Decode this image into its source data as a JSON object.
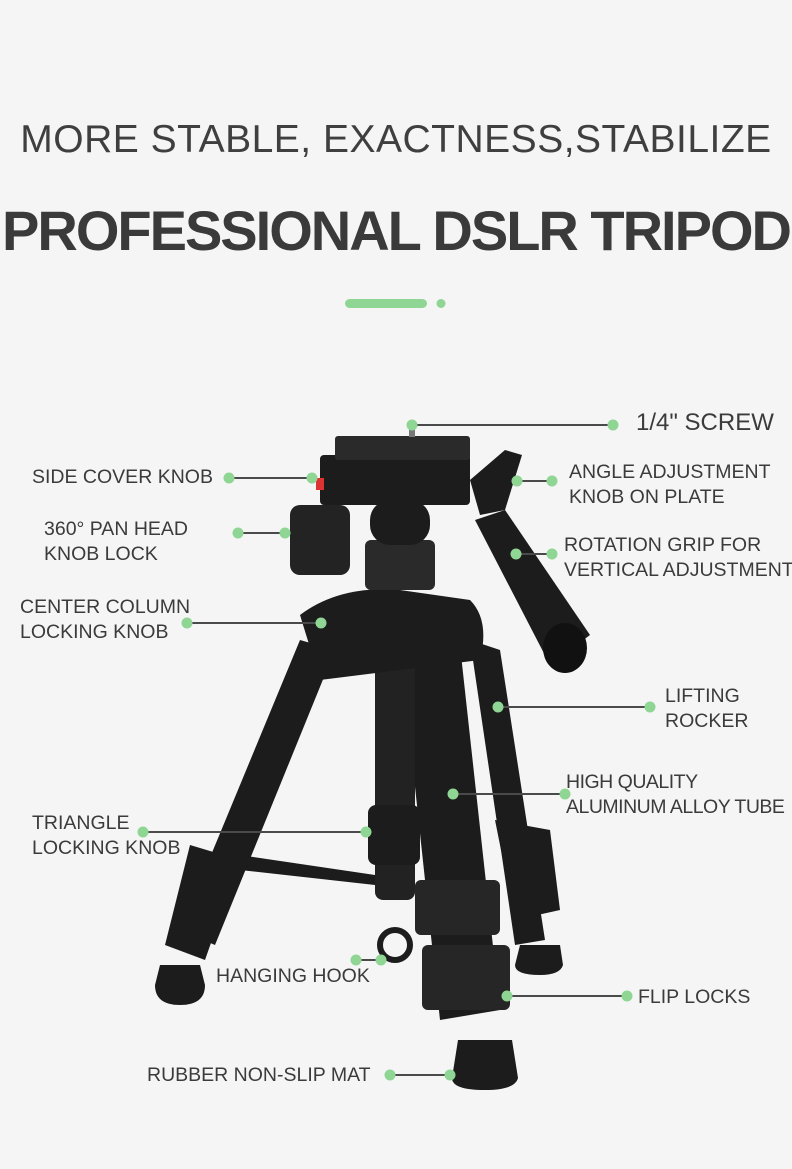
{
  "header": {
    "subtitle": "MORE STABLE, EXACTNESS,STABILIZE",
    "title": "PROFESSIONAL DSLR TRIPOD"
  },
  "colors": {
    "accent": "#8fd694",
    "text": "#3b3b3b",
    "background": "#f5f5f5",
    "product": "#1c1c1c"
  },
  "callouts": [
    {
      "lines": [
        "1/4\" SCREW"
      ]
    },
    {
      "lines": [
        "SIDE COVER KNOB"
      ]
    },
    {
      "lines": [
        "ANGLE ADJUSTMENT",
        "KNOB ON PLATE"
      ]
    },
    {
      "lines": [
        "360° PAN HEAD",
        "KNOB LOCK"
      ]
    },
    {
      "lines": [
        "ROTATION GRIP FOR",
        "VERTICAL ADJUSTMENT"
      ]
    },
    {
      "lines": [
        "CENTER COLUMN",
        "LOCKING KNOB"
      ]
    },
    {
      "lines": [
        "LIFTING",
        "ROCKER"
      ]
    },
    {
      "lines": [
        "HIGH QUALITY",
        "ALUMINUM ALLOY TUBE"
      ]
    },
    {
      "lines": [
        "TRIANGLE",
        "LOCKING KNOB"
      ]
    },
    {
      "lines": [
        "HANGING HOOK"
      ]
    },
    {
      "lines": [
        "FLIP LOCKS"
      ]
    },
    {
      "lines": [
        "RUBBER NON-SLIP MAT"
      ]
    }
  ]
}
